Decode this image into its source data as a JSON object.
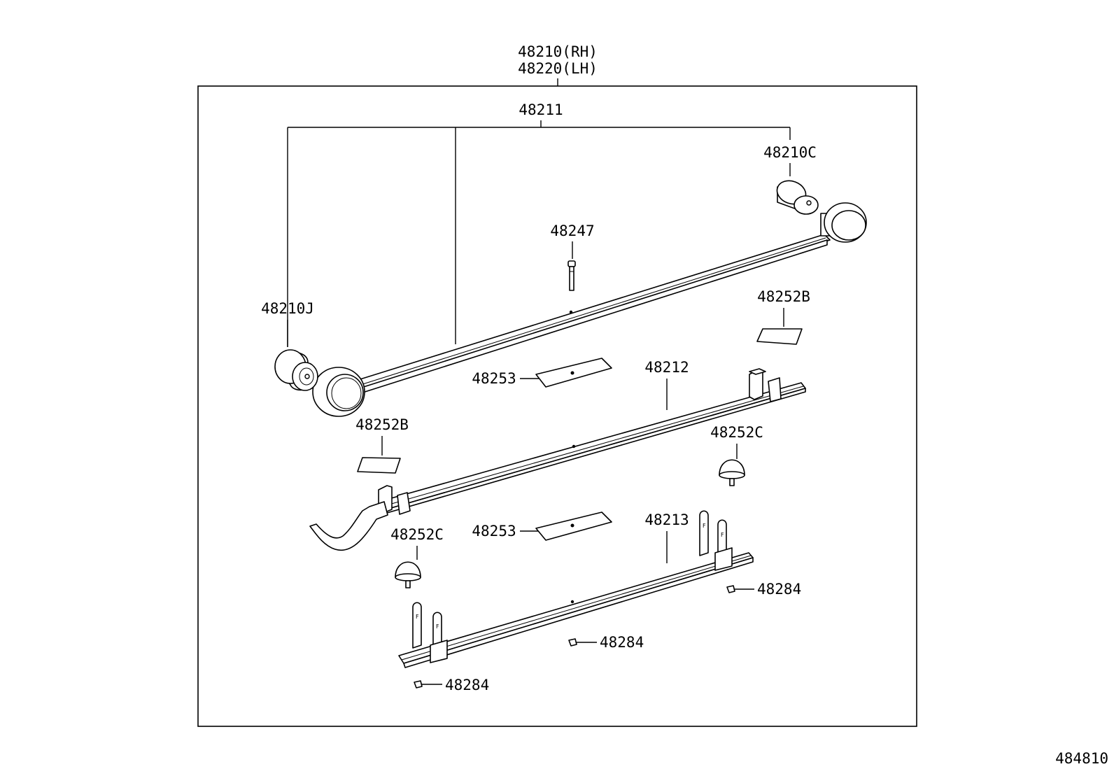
{
  "assembly": {
    "rh": "48210(RH)",
    "lh": "48220(LH)"
  },
  "labels": {
    "p48211": "48211",
    "p48210C": "48210C",
    "p48247": "48247",
    "p48210J": "48210J",
    "p48252B_upper": "48252B",
    "p48253_upper": "48253",
    "p48212": "48212",
    "p48252B_lower": "48252B",
    "p48252C_right": "48252C",
    "p48253_lower": "48253",
    "p48213": "48213",
    "p48252C_left": "48252C",
    "p48284_right": "48284",
    "p48284_middle": "48284",
    "p48284_bottom": "48284"
  },
  "figure_id": "484810"
}
